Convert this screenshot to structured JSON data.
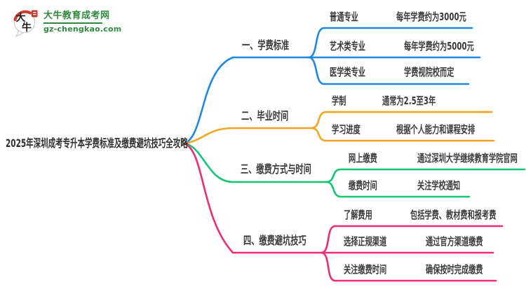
{
  "logo": {
    "site_name": "大牛教育成考网",
    "site_url": "gz-chengkao.com",
    "badge_char1": "大",
    "badge_char2": "牛",
    "colors": {
      "green": "#2e8b3f",
      "red": "#d03a2c"
    }
  },
  "mindmap": {
    "root": "2025年深圳成考专升本学费标准及缴费避坑技巧全攻略",
    "branches": [
      {
        "label": "一、学费标准",
        "color": "#1E88E5",
        "children": [
          {
            "label": "普通专业",
            "value": "每年学费约为3000元"
          },
          {
            "label": "艺术类专业",
            "value": "每年学费约为5000元"
          },
          {
            "label": "医学类专业",
            "value": "学费视院校而定"
          }
        ]
      },
      {
        "label": "二、毕业时间",
        "color": "#F5A41E",
        "children": [
          {
            "label": "学制",
            "value": "通常为2.5至3年"
          },
          {
            "label": "学习进度",
            "value": "根据个人能力和课程安排"
          }
        ]
      },
      {
        "label": "三、缴费方式与时间",
        "color": "#12C573",
        "children": [
          {
            "label": "网上缴费",
            "value": "通过深圳大学继续教育学院官网"
          },
          {
            "label": "缴费时间",
            "value": "关注学校通知"
          }
        ]
      },
      {
        "label": "四、缴费避坑技巧",
        "color": "#EE2B77",
        "children": [
          {
            "label": "了解费用",
            "value": "包括学费、教材费和报考费"
          },
          {
            "label": "选择正规渠道",
            "value": "通过官方渠道缴费"
          },
          {
            "label": "关注缴费时间",
            "value": "确保按时完成缴费"
          }
        ]
      }
    ]
  }
}
